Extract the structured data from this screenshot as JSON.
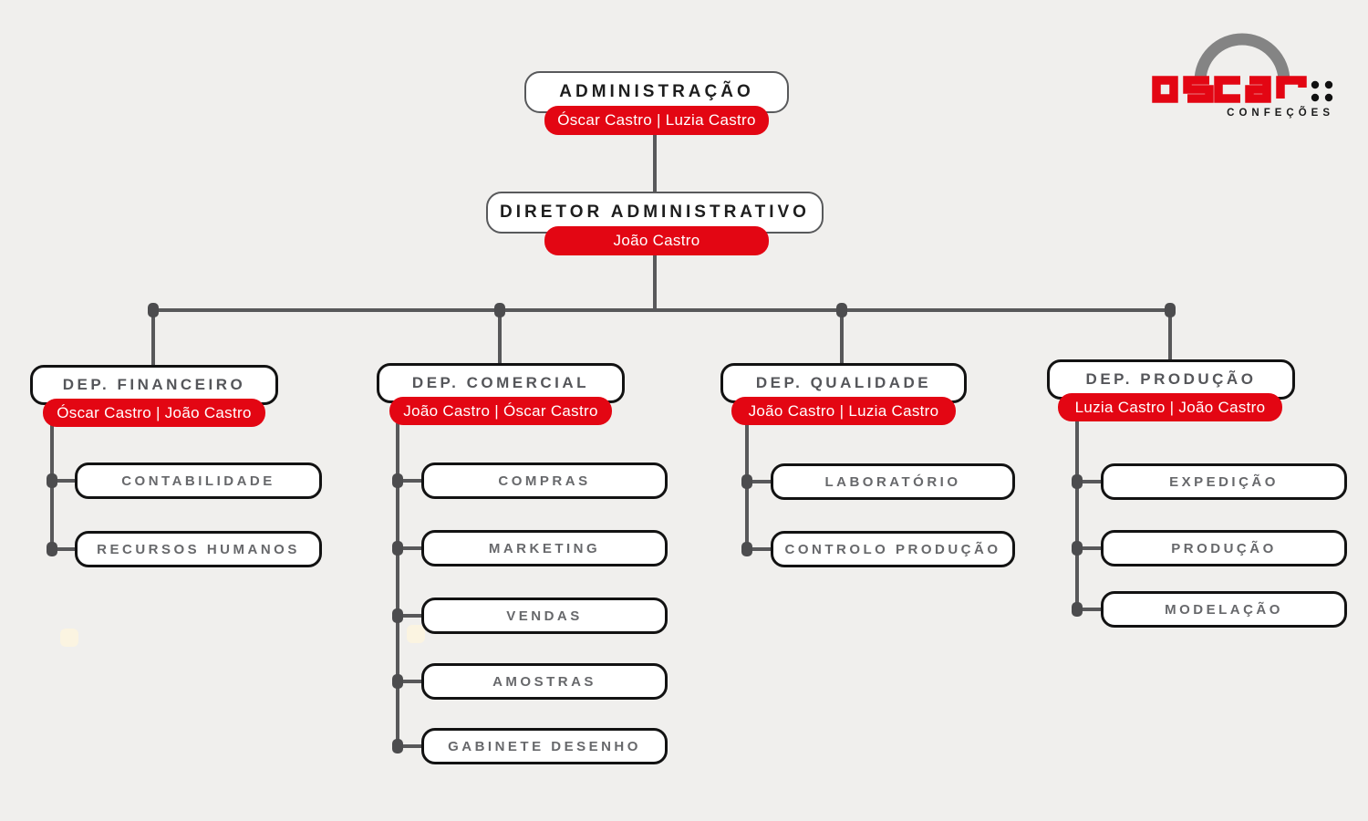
{
  "palette": {
    "background": "#f0efed",
    "accent_red": "#e30613",
    "connector_line": "#58585a",
    "junction_dot": "#4c4c4e",
    "box_border_dark": "#121212",
    "box_border_gray": "#58595b",
    "title_dark": "#1d1d1d",
    "title_gray": "#55565a",
    "sublabel_gray": "#67686b",
    "logo_arch_gray": "#848484",
    "logo_subtitle_black": "#1c1c1c"
  },
  "logo": {
    "brand": "oscar",
    "subtitle": "CONFEÇÕES"
  },
  "org": {
    "root": {
      "title": "ADMINISTRAÇÃO",
      "people": "Óscar Castro | Luzia Castro"
    },
    "director": {
      "title": "DIRETOR ADMINISTRATIVO",
      "people": "João Castro"
    },
    "departments": [
      {
        "title": "DEP. FINANCEIRO",
        "people": "Óscar Castro | João Castro",
        "children": [
          "CONTABILIDADE",
          "RECURSOS HUMANOS"
        ]
      },
      {
        "title": "DEP. COMERCIAL",
        "people": "João Castro | Óscar Castro",
        "children": [
          "COMPRAS",
          "MARKETING",
          "VENDAS",
          "AMOSTRAS",
          "GABINETE DESENHO"
        ]
      },
      {
        "title": "DEP. QUALIDADE",
        "people": "João Castro | Luzia Castro",
        "children": [
          "LABORATÓRIO",
          "CONTROLO PRODUÇÃO"
        ]
      },
      {
        "title": "DEP. PRODUÇÃO",
        "people": "Luzia Castro | João Castro",
        "children": [
          "EXPEDIÇÃO",
          "PRODUÇÃO",
          "MODELAÇÃO"
        ]
      }
    ]
  }
}
